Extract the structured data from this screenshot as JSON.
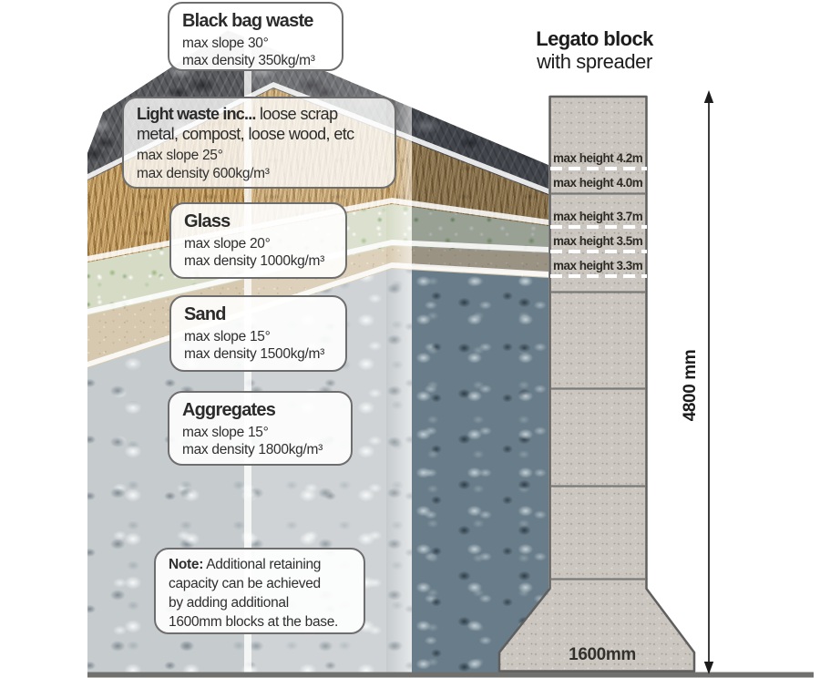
{
  "materials": [
    {
      "name": "Black bag waste",
      "slope": "max slope 30°",
      "density": "max density 350kg/m³"
    },
    {
      "name": "Light waste inc...",
      "name_suffix": " loose scrap metal, compost, loose wood, etc",
      "slope": "max slope 25°",
      "density": "max density 600kg/m³"
    },
    {
      "name": "Glass",
      "slope": "max slope 20°",
      "density": "max density 1000kg/m³"
    },
    {
      "name": "Sand",
      "slope": "max slope 15°",
      "density": "max density 1500kg/m³"
    },
    {
      "name": "Aggregates",
      "slope": "max slope 15°",
      "density": "max density 1800kg/m³"
    }
  ],
  "note": {
    "line1_bold": "Note:",
    "line1_rest": " Additional retaining",
    "line2": "capacity can be achieved",
    "line3": "by adding additional",
    "line4": "1600mm blocks at the base."
  },
  "wall": {
    "title_bold": "Legato block",
    "title_rest": "with spreader",
    "max_heights": [
      "max height 4.2m",
      "max height 4.0m",
      "max height 3.7m",
      "max height 3.5m",
      "max height 3.3m"
    ],
    "base_width_label": "1600mm",
    "total_height_label": "4800 mm"
  },
  "colors": {
    "concrete": "#cbc7c0",
    "ground": "#70706e",
    "box_border": "#6e6e6e",
    "black_bag": "#5a5b5f",
    "light_waste": "#b08a52",
    "glass": "#d6dbc6",
    "sand": "#d7c9af",
    "aggregates_light": "#c6cbce",
    "aggregates_dark": "#687c89"
  }
}
